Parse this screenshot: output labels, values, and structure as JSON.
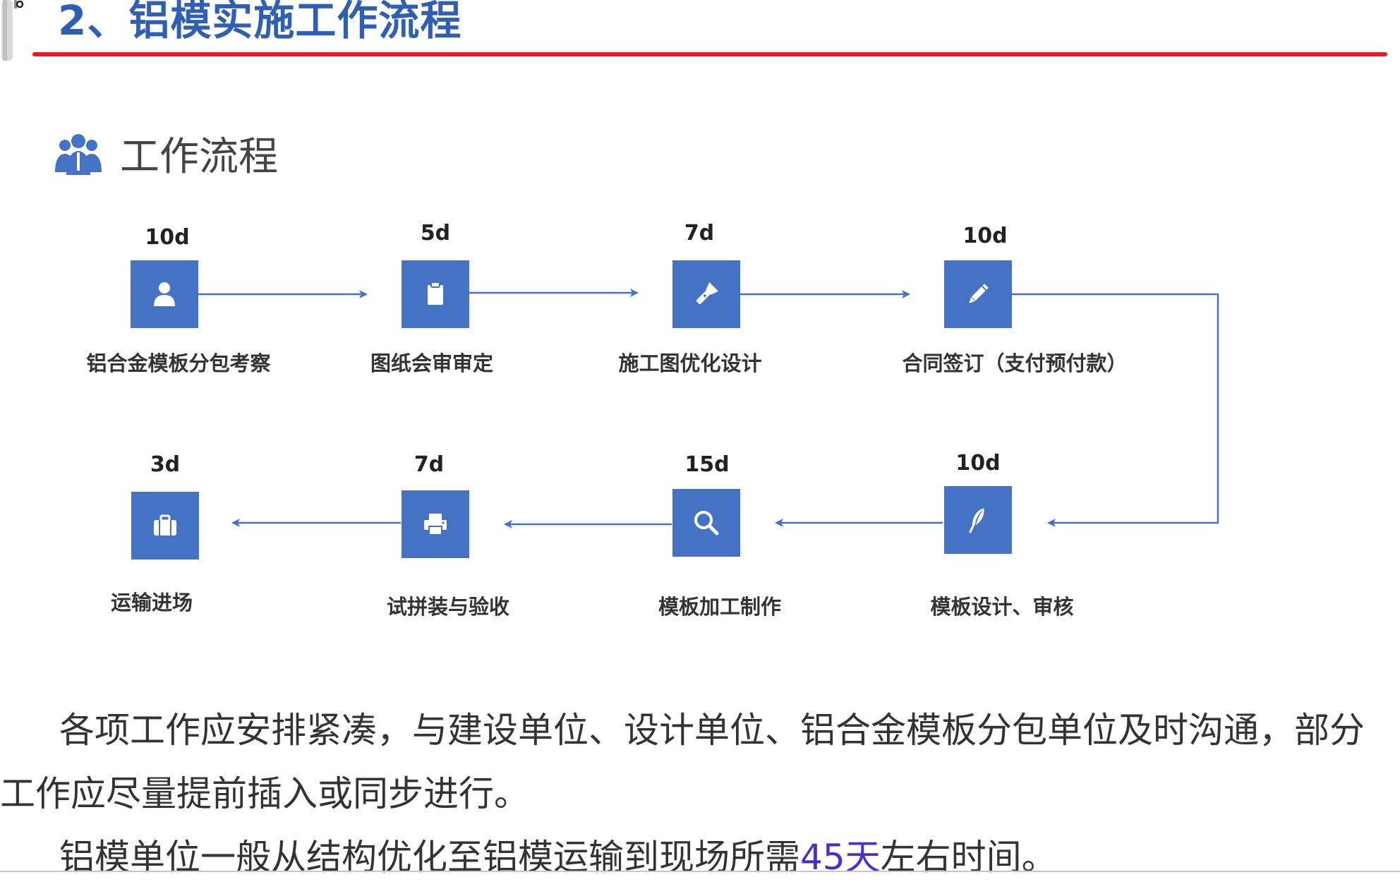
{
  "header": {
    "title": "2、铝模实施工作流程",
    "rule_color": "#e81b22",
    "title_color": "#2f5fb3"
  },
  "section": {
    "icon": "people-group-icon",
    "title": "工作流程"
  },
  "flow": {
    "box_color": "#4472c4",
    "steps": [
      {
        "duration": "10d",
        "label": "铝合金模板分包考察",
        "icon": "user-icon"
      },
      {
        "duration": "5d",
        "label": "图纸会审审定",
        "icon": "clipboard-icon"
      },
      {
        "duration": "7d",
        "label": "施工图优化设计",
        "icon": "flashlight-icon"
      },
      {
        "duration": "10d",
        "label": "合同签订（支付预付款）",
        "icon": "pencil-icon"
      },
      {
        "duration": "10d",
        "label": "模板设计、审核",
        "icon": "feather-icon"
      },
      {
        "duration": "15d",
        "label": "模板加工制作",
        "icon": "search-icon"
      },
      {
        "duration": "7d",
        "label": "试拼装与验收",
        "icon": "printer-icon"
      },
      {
        "duration": "3d",
        "label": "运输进场",
        "icon": "briefcase-icon"
      }
    ]
  },
  "paragraph": {
    "line1": "各项工作应安排紧凑，与建设单位、设计单位、铝合金模板分包单位及时沟通，部分工作应尽量提前插入或同步进行。",
    "line2_before": "铝模单位一般从结构优化至铝模运输到现场所需",
    "line2_highlight": "45天",
    "line2_after": "左右时间。",
    "highlight_color": "#4b2bd6"
  }
}
